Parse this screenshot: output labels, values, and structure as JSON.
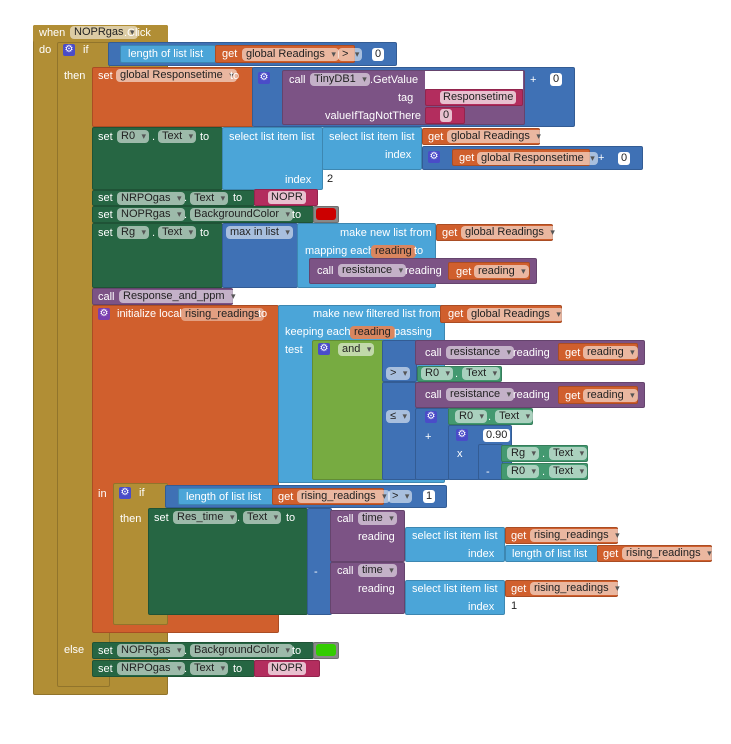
{
  "event": {
    "when": "when",
    "component": "NOPRgas",
    "event": ".Click",
    "do": "do"
  },
  "if1": {
    "if": "if",
    "then": "then",
    "else": "else"
  },
  "cond1": {
    "length_of_list": "length of list  list",
    "get": "get",
    "var": "global Readings",
    "op": ">",
    "num": "0"
  },
  "set_resp": {
    "set": "set",
    "var": "global Responsetime",
    "to": "to",
    "call": "call",
    "component": "TinyDB1",
    "method": ".GetValue",
    "tag_label": "tag",
    "tag_value": "Responsetime",
    "default_label": "valueIfTagNotThere",
    "default_value": "0",
    "plus": "+",
    "num": "0"
  },
  "set_r0": {
    "set": "set",
    "component": "R0",
    "prop": "Text",
    "dot": ".",
    "to": "to",
    "select": "select list item  list",
    "index": "index",
    "get": "get",
    "var": "global Readings",
    "var2": "global Responsetime",
    "plus": "+",
    "num": "0",
    "num2": "2"
  },
  "set_nrpo": {
    "set": "set",
    "component": "NRPOgas",
    "prop": "Text",
    "dot": ".",
    "to": "to",
    "text": "NOPR"
  },
  "set_bg": {
    "set": "set",
    "component": "NOPRgas",
    "prop": "BackgroundColor",
    "dot": ".",
    "to": "to",
    "color": "#cc0000"
  },
  "set_rg": {
    "set": "set",
    "component": "Rg",
    "prop": "Text",
    "dot": ".",
    "to": "to",
    "max": "max in list",
    "make": "make new list from",
    "get": "get",
    "var": "global Readings",
    "mapping": "mapping each",
    "item": "reading",
    "to2": "to",
    "call": "call",
    "proc": "resistance",
    "arg": "reading"
  },
  "call_resp": {
    "call": "call",
    "proc": "Response_and_ppm"
  },
  "local": {
    "init": "initialize local",
    "name": "rising_readings",
    "to": "to",
    "filter": "make new filtered list from",
    "get": "get",
    "var": "global Readings",
    "keeping": "keeping each",
    "item": "reading",
    "passing": "passing",
    "test": "test",
    "and": "and",
    "call": "call",
    "proc": "resistance",
    "arg": "reading",
    "gt": ">",
    "le": "≤",
    "r0": "R0",
    "rg": "Rg",
    "prop": "Text",
    "dot": ".",
    "plus": "+",
    "times": "x",
    "minus": "-",
    "num": "0.90",
    "in": "in"
  },
  "if2": {
    "if": "if",
    "then": "then",
    "length_of_list": "length of list  list",
    "get": "get",
    "var": "rising_readings",
    "op": ">",
    "num": "1"
  },
  "set_res": {
    "set": "set",
    "component": "Res_time",
    "prop": "Text",
    "dot": ".",
    "to": "to",
    "minus": "-",
    "call": "call",
    "proc": "time",
    "arg": "reading",
    "select": "select list item  list",
    "index": "index",
    "get": "get",
    "var": "rising_readings",
    "length_of_list": "length of list  list",
    "num": "1"
  },
  "else_bg": {
    "set": "set",
    "component": "NOPRgas",
    "prop": "BackgroundColor",
    "dot": ".",
    "to": "to",
    "color": "#33cc00"
  },
  "else_txt": {
    "set": "set",
    "component": "NRPOgas",
    "prop": "Text",
    "dot": ".",
    "to": "to",
    "text": "NOPR"
  }
}
